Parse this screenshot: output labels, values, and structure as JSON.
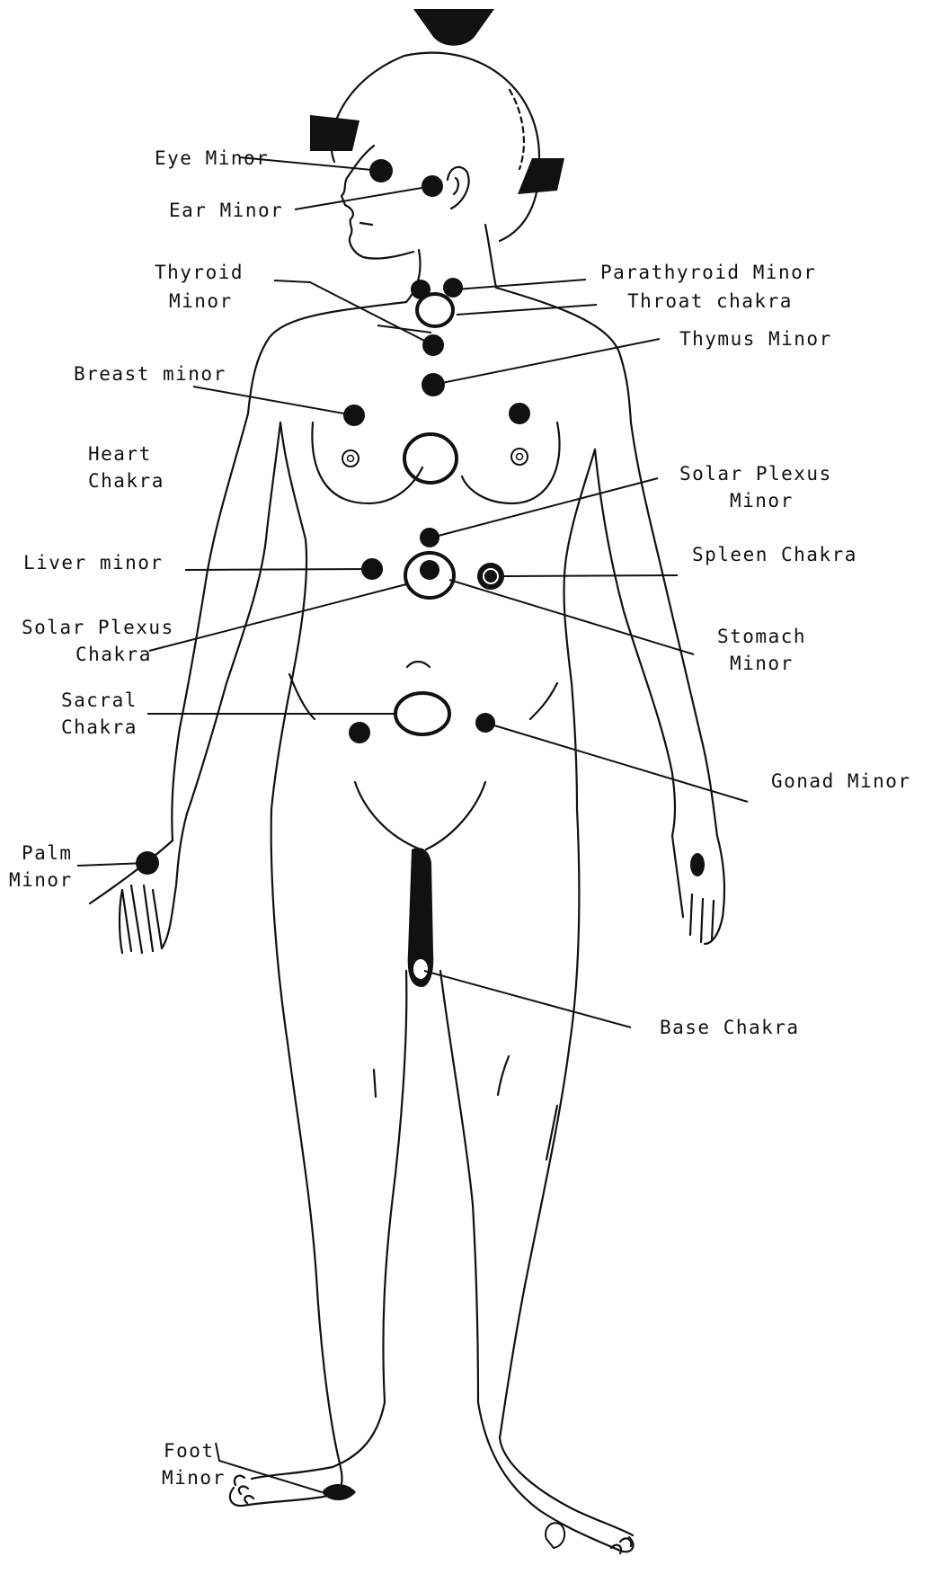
{
  "labels": {
    "eye_minor": "Eye Minor",
    "ear_minor": "Ear Minor",
    "thyroid_minor": [
      "Thyroid",
      "Minor"
    ],
    "parathyroid_minor": "Parathyroid Minor",
    "throat_chakra": "Throat chakra",
    "thymus_minor": "Thymus Minor",
    "breast_minor": "Breast minor",
    "heart_chakra": [
      "Heart",
      "Chakra"
    ],
    "solar_plexus_minor": [
      "Solar Plexus",
      "Minor"
    ],
    "liver_minor": "Liver minor",
    "spleen_chakra": "Spleen Chakra",
    "solar_plexus_chakra": [
      "Solar Plexus",
      "Chakra"
    ],
    "stomach_minor": [
      "Stomach",
      "Minor"
    ],
    "sacral_chakra": [
      "Sacral",
      "Chakra"
    ],
    "gonad_minor": "Gonad Minor",
    "palm_minor": [
      "Palm",
      "Minor"
    ],
    "base_chakra": "Base Chakra",
    "foot_minor": [
      "Foot",
      "Minor"
    ]
  },
  "colors": {
    "ink": "#111111",
    "paper": "#ffffff"
  }
}
